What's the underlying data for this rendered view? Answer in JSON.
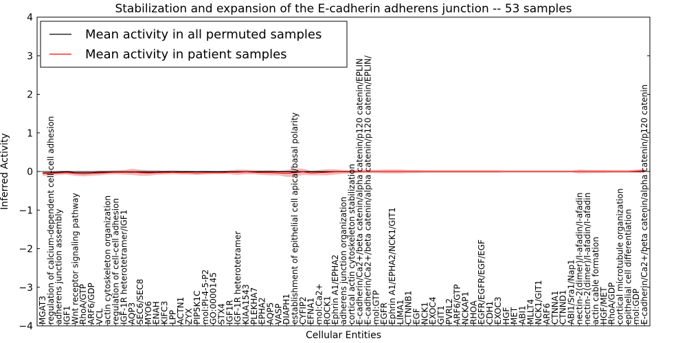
{
  "chart_data": {
    "type": "line",
    "title": "Stabilization and expansion of the E-cadherin adherens junction -- 53 samples",
    "xlabel": "Cellular Entities",
    "ylabel": "Inferred Activity",
    "ylim": [
      -4,
      4
    ],
    "yticks": [
      "−4",
      "−3",
      "−2",
      "−1",
      "0",
      "1",
      "2",
      "3",
      "4"
    ],
    "grid": false,
    "legend_position": "top-left",
    "categories": [
      "MGAT3",
      "regulation of calcium-dependent cell-cell adhesion",
      "adherens junction assembly",
      "IGF1",
      "Wnt receptor signaling pathway",
      "RhoA/GTP",
      "ARF6/GDP",
      "VCL",
      "actin cytoskeleton organization",
      "regulation of cell-cell adhesion",
      "IGF-1R heterotetramer/IGF1",
      "AQP3",
      "SEC6/SEC8",
      "MYO6",
      "ENAH",
      "KIFC3",
      "LPP",
      "ACTN1",
      "ZYX",
      "PIP5K1C",
      "mol:PI-4-5-P2",
      "GO:0000145",
      "STX4",
      "IGF1R",
      "IGF-1R heterotetramer",
      "KIAA1543",
      "PLEKHA7",
      "EPHA2",
      "AQP5",
      "VASP",
      "DIAPH1",
      "establishment of epithelial cell apical/basal polarity",
      "CYFIP2",
      "EFNA1",
      "mol:Ca2+",
      "ROCK1",
      "Ephrin A1/EPHA2",
      "adherens junction organization",
      "cortical actin cytoskeleton stabilization",
      "E-cadherin/Ca2+/beta catenin/alpha catenin/p120 catenin/EPLIN",
      "E-cadherin/Ca2+/beta catenin/alpha catenin/p120 catenin/EPLIN/",
      "mol:GTP",
      "EGFR",
      "Ephrin A1/EPHA2/NCK1/GIT1",
      "LIMA1",
      "CTNNB1",
      "EGF",
      "NCK1",
      "EXOC4",
      "GIT1",
      "PVRL2",
      "ARF6/GTP",
      "NCKAP1",
      "RHOA",
      "EGFR/EGFR/EGF/EGF",
      "CDH1",
      "EXOC3",
      "HGF",
      "MET",
      "ABI1",
      "MLLT4",
      "NCK1/GIT1",
      "ARF6",
      "CTNNA1",
      "CTNND1",
      "ABI1/Sra1/Nap1",
      "nectin-2(dimer)/I-afadin/I-afadin",
      "nectin-2(dimer)/I-afadin/I-afadin",
      "actin cable formation",
      "HGF/MET",
      "RhoA/GDP",
      "cortical microtubule organization",
      "epithelial cell differentiation",
      "mol:GDP",
      "E-cadherin/Ca2+/beta catenin/alpha catenin/p120 catenin"
    ],
    "series": [
      {
        "name": "Mean activity in all permuted samples",
        "color": "#000000",
        "values": [
          -0.04,
          -0.03,
          -0.02,
          -0.01,
          -0.03,
          -0.03,
          -0.03,
          -0.02,
          -0.02,
          -0.02,
          -0.02,
          -0.02,
          -0.02,
          -0.02,
          -0.02,
          -0.01,
          -0.01,
          -0.01,
          -0.01,
          -0.01,
          -0.01,
          -0.01,
          -0.01,
          -0.01,
          -0.01,
          -0.01,
          -0.01,
          -0.01,
          -0.01,
          -0.01,
          -0.01,
          -0.01,
          -0.01,
          -0.01,
          -0.01,
          -0.01,
          -0.01,
          -0.01,
          -0.01,
          0.0,
          0.0,
          0.0,
          0.0,
          0.0,
          0.0,
          0.0,
          0.0,
          0.0,
          0.0,
          0.0,
          0.0,
          0.0,
          0.0,
          0.0,
          0.0,
          0.0,
          0.0,
          0.0,
          0.0,
          0.0,
          0.0,
          0.0,
          0.0,
          0.0,
          0.0,
          0.0,
          0.0,
          0.0,
          0.0,
          0.0,
          0.0,
          0.0,
          0.0,
          0.0,
          0.0
        ]
      },
      {
        "name": "Mean activity in patient samples",
        "color": "#ff0000",
        "values": [
          -0.05,
          -0.05,
          -0.04,
          -0.03,
          -0.05,
          -0.06,
          -0.05,
          -0.04,
          -0.03,
          -0.02,
          -0.02,
          -0.01,
          -0.03,
          -0.04,
          -0.03,
          -0.03,
          -0.02,
          -0.03,
          -0.03,
          -0.04,
          -0.03,
          -0.03,
          -0.03,
          -0.02,
          -0.02,
          -0.01,
          -0.02,
          -0.03,
          -0.03,
          -0.04,
          -0.05,
          -0.03,
          -0.01,
          -0.04,
          -0.03,
          -0.02,
          -0.01,
          -0.01,
          -0.01,
          0.0,
          0.0,
          0.0,
          0.0,
          0.0,
          0.0,
          0.0,
          0.0,
          0.0,
          0.0,
          0.0,
          0.0,
          0.0,
          0.0,
          0.0,
          0.0,
          0.0,
          0.0,
          0.0,
          0.0,
          0.0,
          0.0,
          0.0,
          0.0,
          0.0,
          0.0,
          0.0,
          0.0,
          0.0,
          0.0,
          0.0,
          0.0,
          0.0,
          0.0,
          0.01,
          0.02
        ]
      }
    ],
    "patient_band_halfwidth": [
      0.06,
      0.06,
      0.05,
      0.05,
      0.06,
      0.07,
      0.06,
      0.06,
      0.05,
      0.05,
      0.06,
      0.08,
      0.08,
      0.07,
      0.06,
      0.05,
      0.05,
      0.05,
      0.05,
      0.05,
      0.05,
      0.04,
      0.04,
      0.05,
      0.07,
      0.06,
      0.05,
      0.06,
      0.07,
      0.06,
      0.09,
      0.11,
      0.08,
      0.06,
      0.07,
      0.08,
      0.07,
      0.05,
      0.04,
      0.04,
      0.04,
      0.04,
      0.05,
      0.05,
      0.05,
      0.04,
      0.04,
      0.03,
      0.03,
      0.03,
      0.03,
      0.03,
      0.03,
      0.03,
      0.03,
      0.03,
      0.03,
      0.02,
      0.02,
      0.02,
      0.02,
      0.02,
      0.02,
      0.02,
      0.02,
      0.02,
      0.05,
      0.04,
      0.04,
      0.04,
      0.03,
      0.03,
      0.03,
      0.04,
      0.05
    ],
    "permuted_band_halfwidth": 0.03,
    "band_colors": {
      "patient": "#f08080",
      "permuted": "#bbbbbb"
    }
  }
}
